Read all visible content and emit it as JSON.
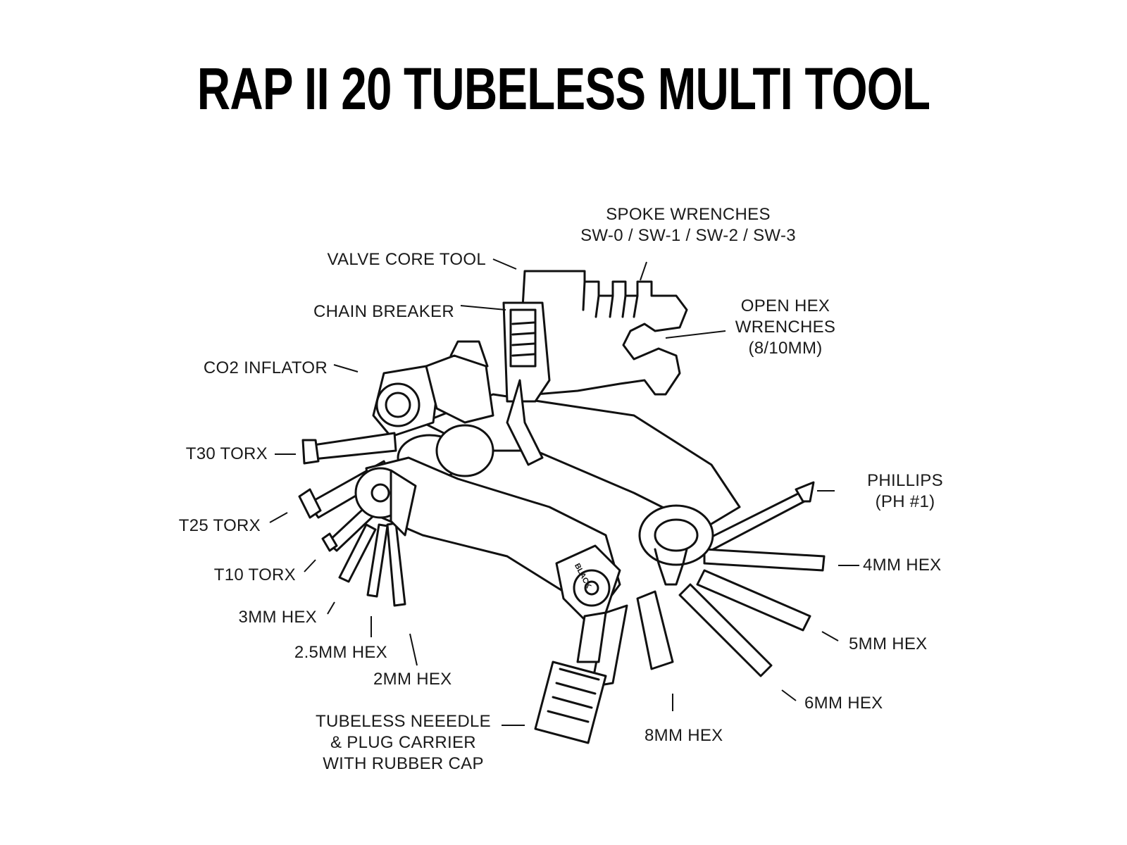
{
  "title": "RAP II 20 TUBELESS MULTI TOOL",
  "labels": {
    "spoke_wrenches": [
      "SPOKE WRENCHES",
      "SW-0 / SW-1 / SW-2 / SW-3"
    ],
    "valve_core_tool": "VALVE CORE TOOL",
    "chain_breaker": "CHAIN BREAKER",
    "open_hex_wrenches": [
      "OPEN HEX",
      "WRENCHES",
      "(8/10MM)"
    ],
    "co2_inflator": "CO2 INFLATOR",
    "t30_torx": "T30 TORX",
    "t25_torx": "T25 TORX",
    "t10_torx": "T10 TORX",
    "hex_3mm": "3MM HEX",
    "hex_2_5mm": "2.5MM HEX",
    "hex_2mm": "2MM HEX",
    "tubeless_needle": [
      "TUBELESS NEEEDLE",
      "& PLUG CARRIER",
      "WITH RUBBER CAP"
    ],
    "hex_8mm": "8MM HEX",
    "phillips": [
      "PHILLIPS",
      "(PH #1)"
    ],
    "hex_4mm": "4MM HEX",
    "hex_5mm": "5MM HEX",
    "hex_6mm": "6MM HEX"
  },
  "logo_text": "BLACK"
}
